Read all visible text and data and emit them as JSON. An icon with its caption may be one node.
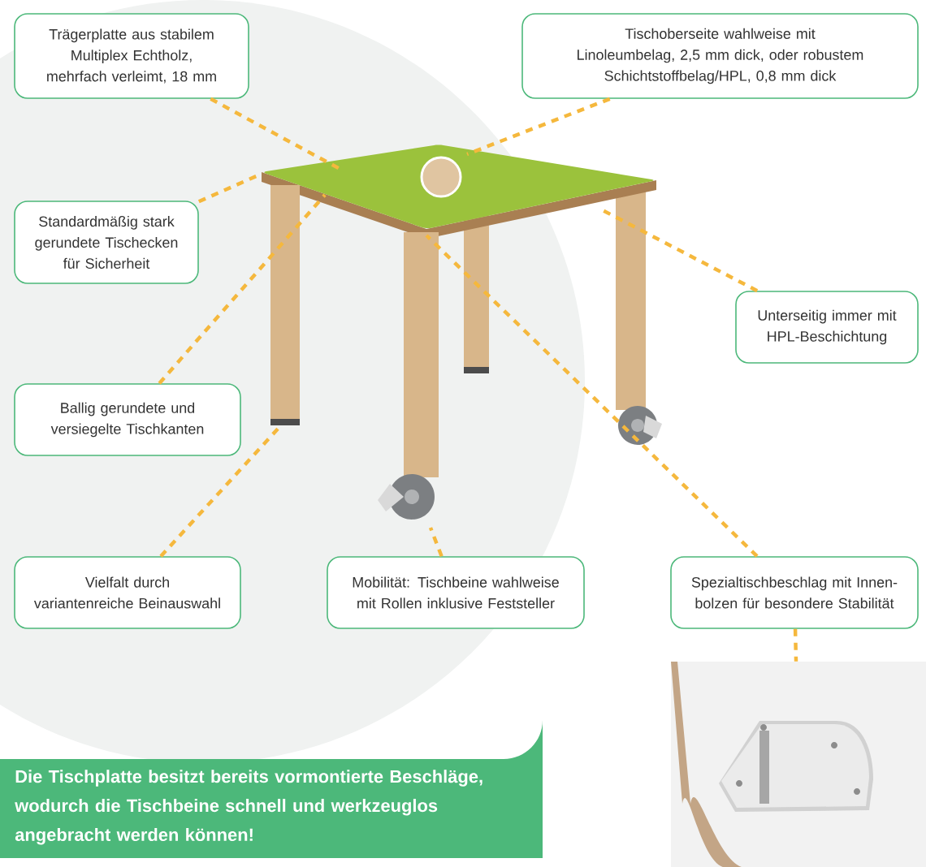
{
  "diagram": {
    "nodes": [
      {
        "text": [
          "Trägerplatte aus stabilem Multiplex Echtholz, mehrfach verleimt, 18 mm"
        ]
      },
      {
        "text": [
          "Tischoberseite wahlweise mit Linoleumbelag, 2,5 mm dick, oder robustem Schichtstoffbelag/HPL, 0,8 mm dick"
        ]
      },
      {
        "text": [
          "Standardmäßig stark gerundete Tischecken für Sicherheit"
        ]
      },
      {
        "text": [
          "Unterseitig immer mit HPL-Beschichtung"
        ]
      },
      {
        "text": [
          "Ballig gerundete und versiegelte Tischkanten"
        ]
      },
      {
        "text": [
          "Vielfalt durch variantenreiche Beinauswahl"
        ]
      },
      {
        "text": [
          "Mobilität: Tischbeine wahlweise mit Rollen inklusive Feststeller"
        ]
      },
      {
        "text": [
          "Spezialtischbeschlag mit Innen- bolzen für besondere Stabilität"
        ]
      },
      {
        "text": [
          "Die Tischplatte besitzt bereits vormontierte Beschläge, wodurch die Tischbeine schnell und werkzeuglos angebracht werden können!"
        ]
      },
      {
        "text": [],
        "shape": "picture"
      }
    ],
    "edges": [
      {
        "from": 0,
        "to": null,
        "arrow": "none"
      },
      {
        "from": 1,
        "to": null,
        "arrow": "none"
      },
      {
        "from": 2,
        "to": null,
        "arrow": "none"
      },
      {
        "from": 3,
        "to": null,
        "arrow": "none"
      },
      {
        "from": 4,
        "to": null,
        "arrow": "none"
      },
      {
        "from": 5,
        "to": null,
        "arrow": "none"
      },
      {
        "from": 6,
        "to": null,
        "arrow": "none"
      },
      {
        "from": 7,
        "to": null,
        "arrow": "none"
      },
      {
        "from": 7,
        "to": 9,
        "arrow": "none"
      }
    ]
  }
}
